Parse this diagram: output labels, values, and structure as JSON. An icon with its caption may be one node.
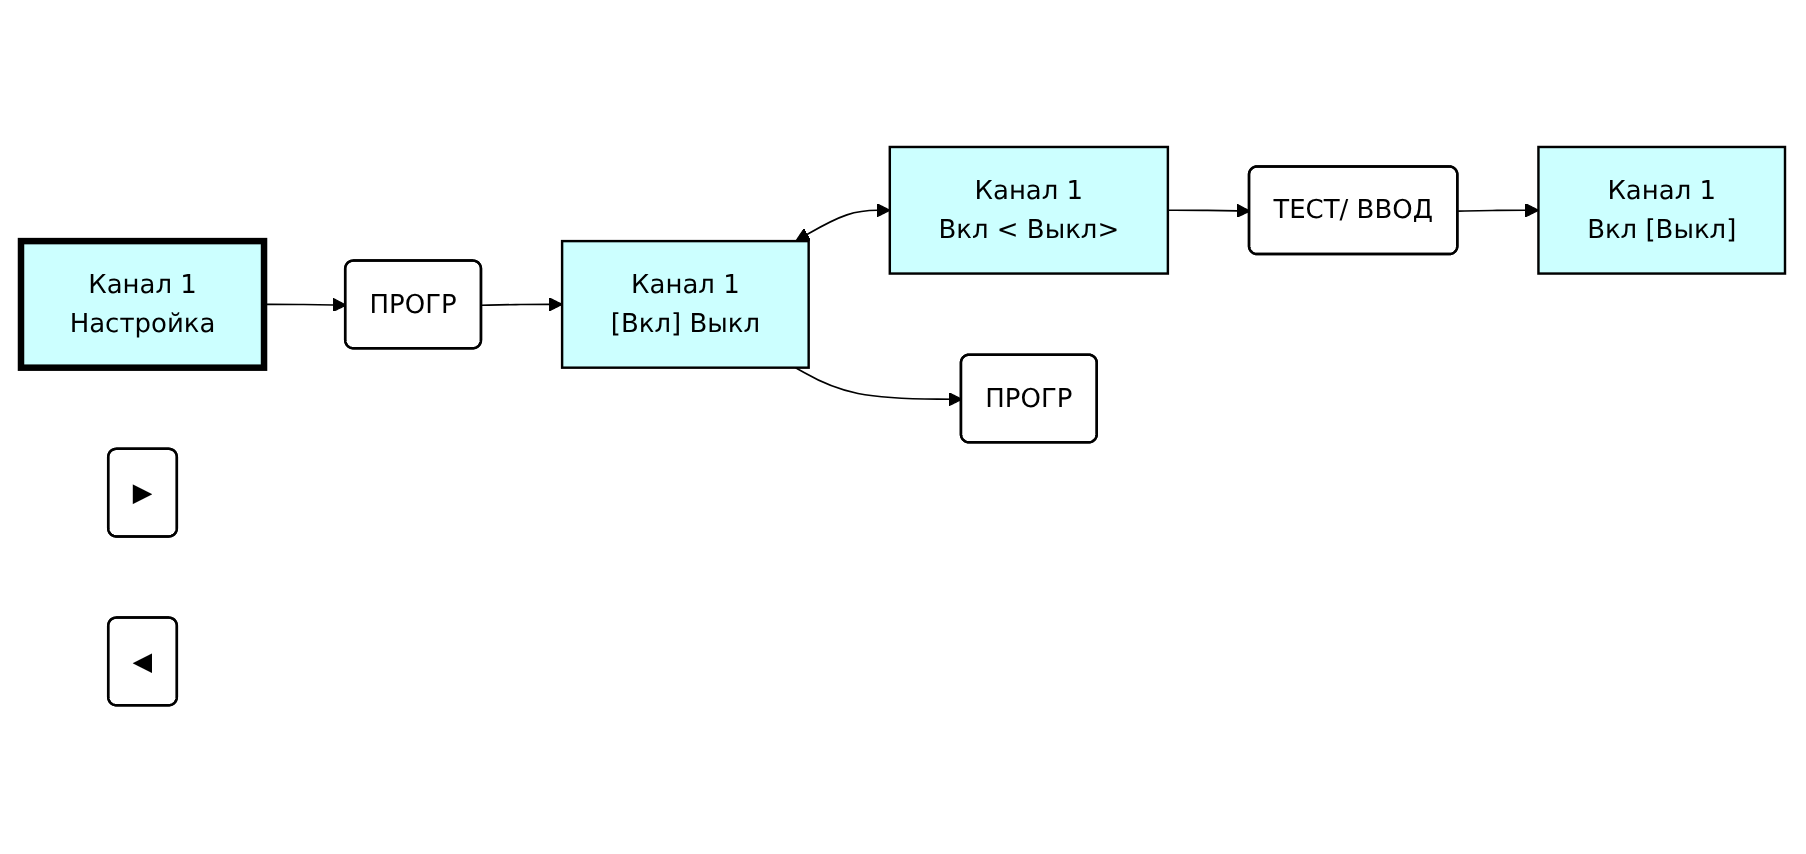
{
  "diagram": {
    "nodes": [
      {
        "text": [
          "Канал 1",
          "Настройка"
        ]
      },
      {
        "text": [
          "ПРОГР"
        ]
      },
      {
        "text": [
          "Канал 1",
          "[Вкл] Выкл"
        ]
      },
      {
        "text": [
          "▶"
        ]
      },
      {
        "text": [
          "◀"
        ]
      },
      {
        "text": [
          "Канал 1",
          "Вкл < Выкл>"
        ]
      },
      {
        "text": [
          "ТЕСТ/ ВВОД"
        ]
      },
      {
        "text": [
          "Канал 1",
          "Вкл [Выкл]"
        ]
      },
      {
        "text": [
          "ПРОГР"
        ]
      }
    ],
    "edges": [
      {
        "from": 0,
        "to": 1,
        "arrow": "to"
      },
      {
        "from": 1,
        "to": 2,
        "arrow": "to"
      },
      {
        "from": 2,
        "to": 5,
        "arrow": "both"
      },
      {
        "from": 5,
        "to": 6,
        "arrow": "to"
      },
      {
        "from": 6,
        "to": 7,
        "arrow": "to"
      },
      {
        "from": 2,
        "to": 8,
        "arrow": "to"
      }
    ]
  }
}
